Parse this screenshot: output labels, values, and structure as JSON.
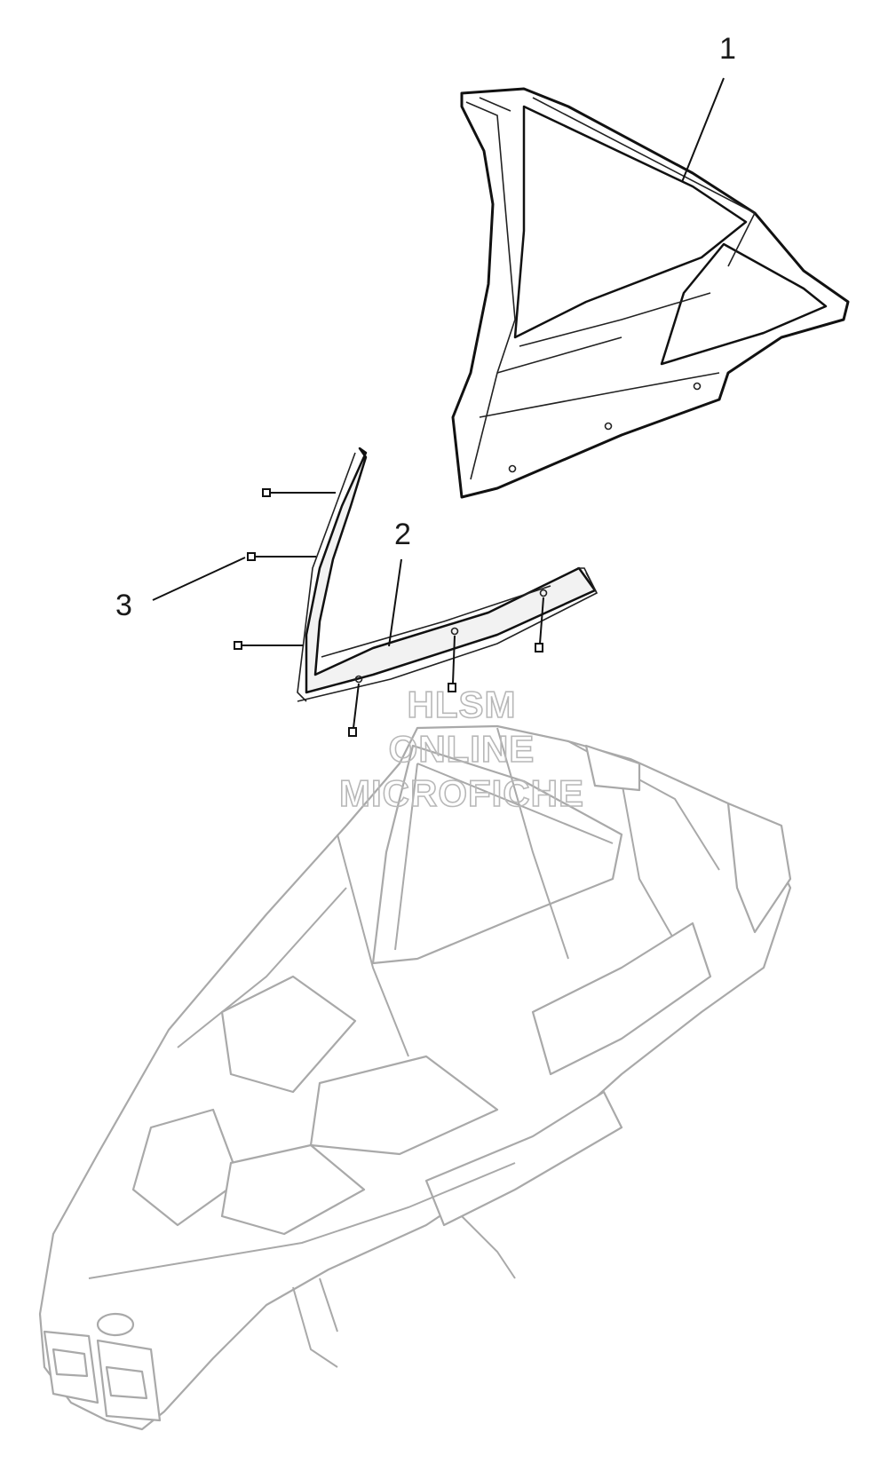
{
  "callouts": [
    {
      "id": "1",
      "label": "1"
    },
    {
      "id": "2",
      "label": "2"
    },
    {
      "id": "3",
      "label": "3"
    }
  ],
  "watermark": {
    "line1": "HLSM",
    "line2": "ONLINE",
    "line3": "MICROFICHE"
  },
  "colors": {
    "part_stroke": "#111111",
    "ghost_stroke": "#a9a9a9",
    "watermark": "#b8b8b8",
    "background": "#ffffff"
  }
}
